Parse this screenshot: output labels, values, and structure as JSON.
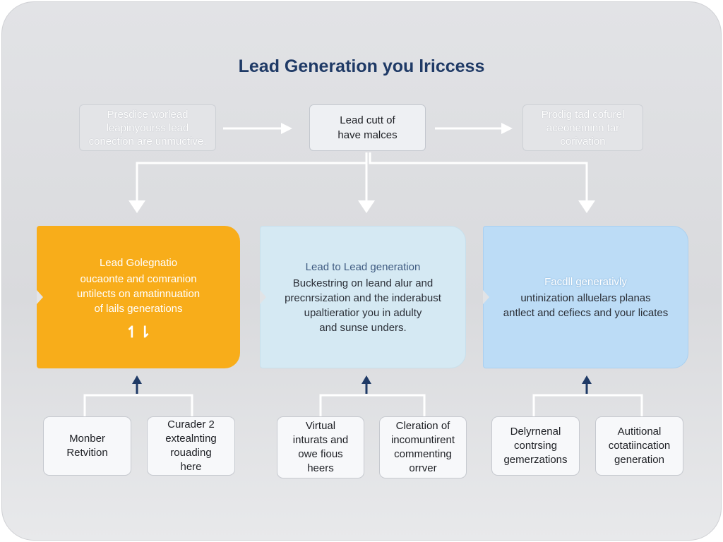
{
  "title": "Lead Generation you lriccess",
  "top_row": {
    "left": "Presdice worlead\nleapinyourss lead\nconection are unmuctive.",
    "center": "Lead cutt of\nhave malces",
    "right": "Prodig tad cofurel\naceoneminn tar\ncorivation"
  },
  "stages": [
    {
      "heading": "Lead Golegnatio",
      "body": "oucaonte and comranion\nuntilects on amatinnuation\nof lails generations",
      "symbol": "↿⇂",
      "color": "#f8ad1a"
    },
    {
      "heading": "Lead to Lead generation",
      "body": "Buckestring on leand alur and\nprecnrsization and the inderabust\nupaltieratior you in adulty\nand sunse unders.",
      "color": "#d5e9f3"
    },
    {
      "heading": "Facdll generativly",
      "body": "untinization alluelars planas\nantlect and cefiecs and your licates",
      "color": "#bcdcf6"
    }
  ],
  "leaves": [
    "Monber\nRetvition",
    "Curader 2\nextealnting\nrouading\nhere",
    "Virtual\ninturats and\nowe fious\nheers",
    "Cleration of\nincomuntirent\ncommenting\norrver",
    "Delyrnenal\ncontrsing\ngemerzations",
    "Autitional\ncotatiincation\ngeneration"
  ],
  "colors": {
    "title": "#1f3a66",
    "arrow_dark": "#1f3a66",
    "connector": "#ffffff"
  }
}
